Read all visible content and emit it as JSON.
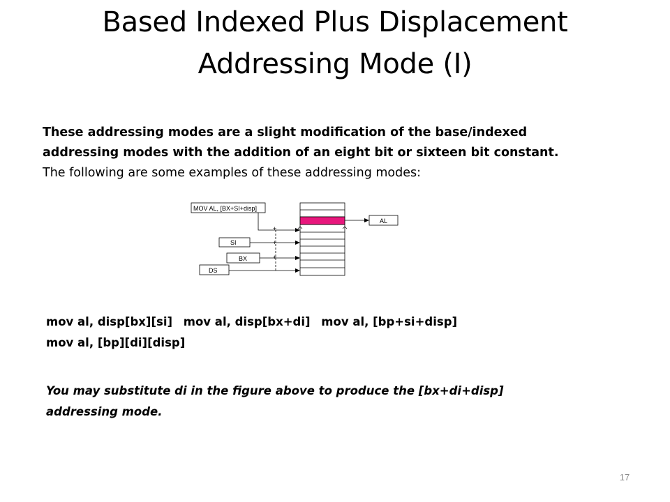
{
  "slide": {
    "title_line1": "Based Indexed Plus Displacement",
    "title_line2": "Addressing Mode (I)",
    "intro_bold_line1": "These addressing modes are a slight modification of the base/indexed",
    "intro_bold_line2": "addressing modes with the addition of an eight bit or sixteen bit constant.",
    "intro_normal_line3": "The following are some examples of these addressing modes:",
    "examples": [
      "mov al, disp[bx][si]",
      "mov al, disp[bx+di]",
      "mov al, [bp+si+disp]",
      "mov al, [bp][di][disp]"
    ],
    "note_line1": "You may substitute di in the figure above to produce the [bx+di+disp]",
    "note_line2": "addressing mode.",
    "page_number": "17"
  },
  "diagram": {
    "instruction": "MOV AL, [BX+SI+disp]",
    "reg_si": "SI",
    "reg_bx": "BX",
    "reg_ds": "DS",
    "reg_al": "AL",
    "plus_sign": "+",
    "highlight_color": "#e8177d"
  }
}
